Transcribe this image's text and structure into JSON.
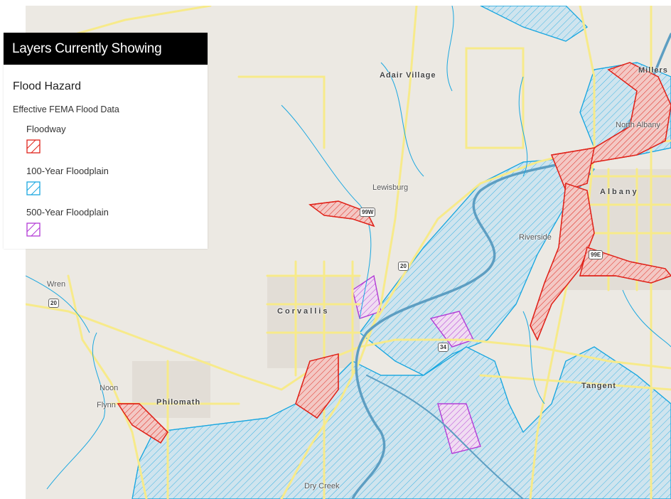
{
  "legend": {
    "header": "Layers Currently Showing",
    "layer_title": "Flood Hazard",
    "subtitle": "Effective FEMA Flood Data",
    "items": [
      {
        "label": "Floodway",
        "color": "#e0241b"
      },
      {
        "label": "100-Year Floodplain",
        "color": "#1aa7e0"
      },
      {
        "label": "500-Year Floodplain",
        "color": "#b23ad6"
      }
    ]
  },
  "map": {
    "labels": {
      "adair_village": "Adair Village",
      "millers": "Millers",
      "north_albany": "North Albany",
      "albany": "Albany",
      "lewisburg": "Lewisburg",
      "riverside": "Riverside",
      "wren": "Wren",
      "corvallis": "Corvallis",
      "tangent": "Tangent",
      "noon": "Noon",
      "flynn": "Flynn",
      "philomath": "Philomath",
      "dry_creek": "Dry Creek"
    },
    "shields": {
      "us99w": "99W",
      "us20_east": "20",
      "us20_west": "20",
      "or34_east": "34",
      "hwy99e": "99E"
    },
    "colors": {
      "background": "#ece9e3",
      "roads": "#f7ea8a",
      "water": "#5d9ec2",
      "floodway": "#e0241b",
      "floodplain_100": "#1aa7e0",
      "floodplain_500": "#b23ad6"
    }
  }
}
